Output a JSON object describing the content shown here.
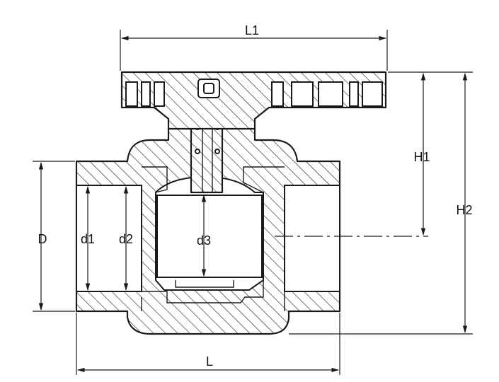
{
  "dimensions": {
    "L1": "L1",
    "H1": "H1",
    "H2": "H2",
    "D": "D",
    "d1": "d1",
    "d2": "d2",
    "d3": "d3",
    "L": "L"
  },
  "colors": {
    "line": "#1a1a1a",
    "background": "#ffffff"
  }
}
